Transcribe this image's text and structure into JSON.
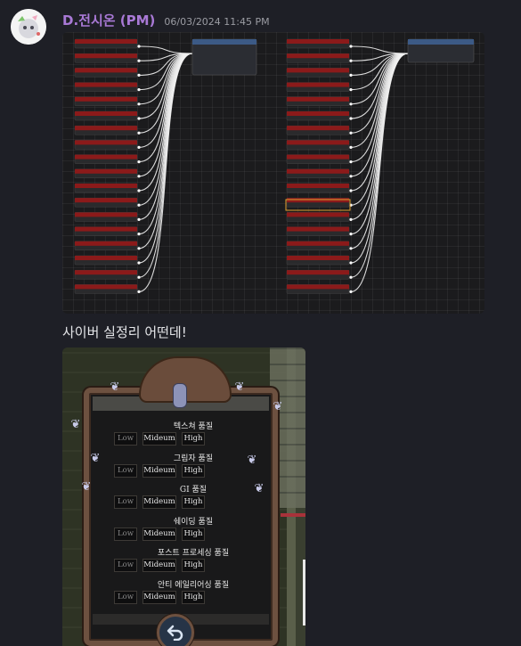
{
  "message": {
    "username": "D.전시온 (PM)",
    "timestamp": "06/03/2024 11:45 PM",
    "text": "사이버 실정리 어떤데!"
  },
  "colors": {
    "username": "#a979d6",
    "background": "#1e1f26",
    "node_header": "#8b1a1a"
  },
  "settings": {
    "rows": [
      {
        "title": "텍스쳐 품질"
      },
      {
        "title": "그림자 품질"
      },
      {
        "title": "GI 품질"
      },
      {
        "title": "쉐이딩 품질"
      },
      {
        "title": "포스트 프로세싱 품질"
      },
      {
        "title": "안티 에일리어싱 품질"
      }
    ],
    "options": {
      "low": "Low",
      "mid": "Mideum",
      "high": "High"
    }
  },
  "icons": {
    "avatar": "avatar-icon",
    "back": "back-arrow-icon",
    "ornament": "fleur-icon"
  }
}
